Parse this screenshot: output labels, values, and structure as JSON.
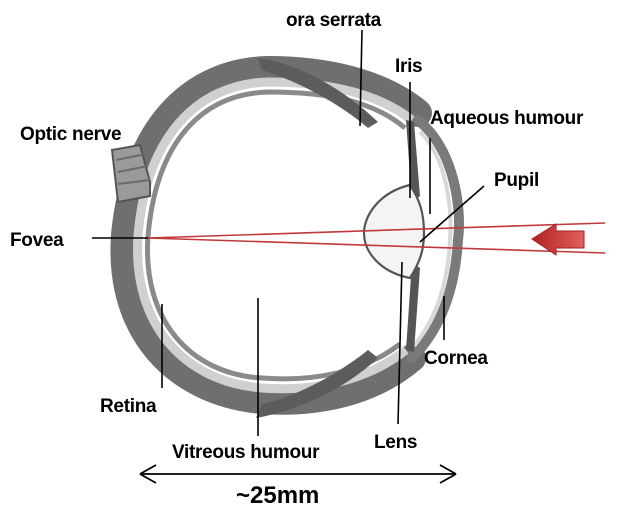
{
  "labels": {
    "ora_serrata": "ora serrata",
    "iris": "Iris",
    "aqueous_humour": "Aqueous humour",
    "optic_nerve": "Optic nerve",
    "pupil": "Pupil",
    "fovea": "Fovea",
    "cornea": "Cornea",
    "retina": "Retina",
    "vitreous_humour": "Vitreous humour",
    "lens": "Lens"
  },
  "scale": {
    "length": "~25mm"
  },
  "colors": {
    "sclera": "#6f6f6f",
    "choroid": "#c9c9c9",
    "retina": "#8a8a8a",
    "light_ray": "#c0393b",
    "arrow": "#c9302c"
  }
}
